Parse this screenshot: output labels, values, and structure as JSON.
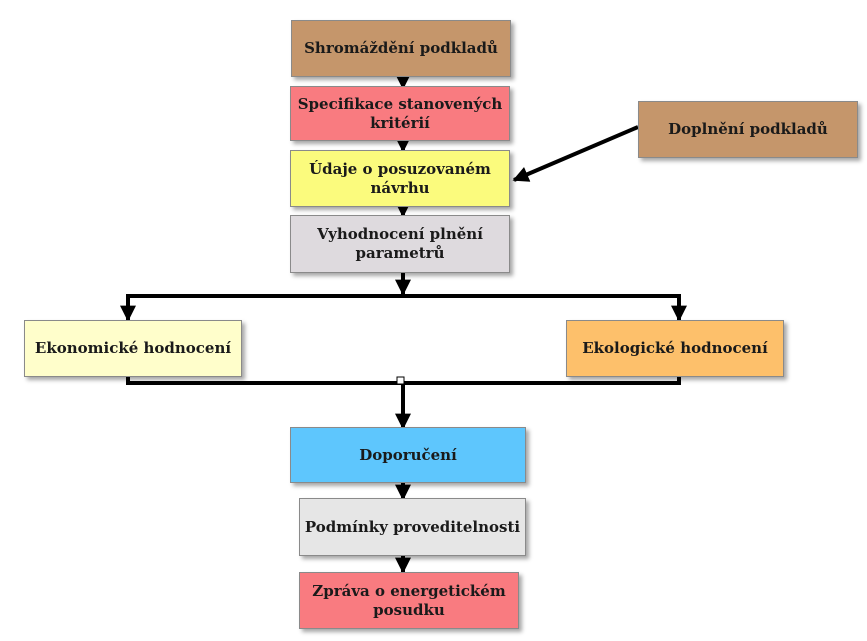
{
  "nodes": {
    "shromazdeni": {
      "label": "Shromáždění podkladů",
      "color": "#c5966b"
    },
    "specifikace": {
      "label": "Specifikace stanovených kritérií",
      "color": "#f97b80"
    },
    "udaje": {
      "label": "Údaje o posuzovaném návrhu",
      "color": "#fbfb7d"
    },
    "doplneni": {
      "label": "Doplnění podkladů",
      "color": "#c5966b"
    },
    "vyhodnoceni": {
      "label": "Vyhodnocení plnění parametrů",
      "color": "#dedade"
    },
    "ekonomicke": {
      "label": "Ekonomické hodnocení",
      "color": "#fffecb"
    },
    "ekologicke": {
      "label": "Ekologické hodnocení",
      "color": "#fdc06b"
    },
    "doporuceni": {
      "label": "Doporučení",
      "color": "#5ec6fd"
    },
    "podminky": {
      "label": "Podmínky proveditelnosti",
      "color": "#e6e6e6"
    },
    "zprava": {
      "label": "Zpráva o energetickém posudku",
      "color": "#f97b80"
    }
  }
}
